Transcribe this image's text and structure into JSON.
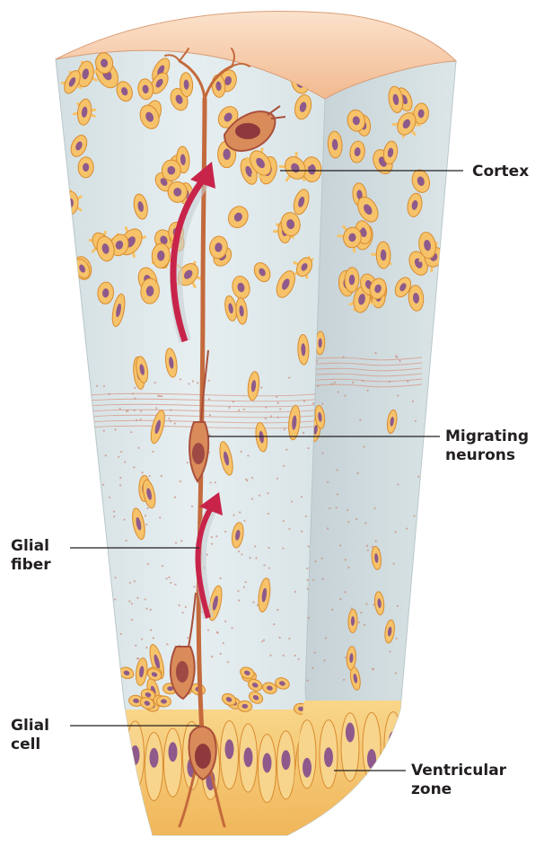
{
  "labels": {
    "cortex": "Cortex",
    "migrating": "Migrating\nneurons",
    "fiber": "Glial\nfiber",
    "cell": "Glial\ncell",
    "ventricular": "Ventricular\nzone"
  },
  "colors": {
    "tissue_front": "#dfe8ea",
    "tissue_side": "#cfdadd",
    "top_surface": "#f6c9a8",
    "cell_body": "#f6c36a",
    "cell_outline": "#d98b2f",
    "nucleus": "#8e5a8c",
    "glial_fiber": "#c46a3c",
    "migrating_neuron": "#a9503c",
    "arrow": "#c8244a",
    "leader_line": "#231f20"
  }
}
